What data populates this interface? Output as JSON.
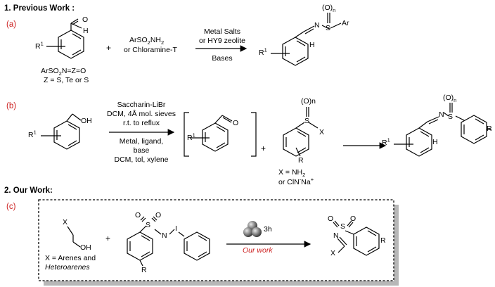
{
  "headings": {
    "previous": "1. Previous Work :",
    "ours": "2. Our Work:"
  },
  "panel_a": {
    "tag": "(a)",
    "r1": "R",
    "r1_sup": "1",
    "aldehyde_H": "H",
    "aldehyde_O": "O",
    "plus": "+",
    "reagent_line1": "ArSO",
    "reagent_line1_sub": "2",
    "reagent_line1_tail": "NH",
    "reagent_line1_sub2": "2",
    "reagent_line2": "or Chloramine-T",
    "cond_top1": "Metal Salts",
    "cond_top2": "or HY9 zeolite",
    "cond_bottom": "Bases",
    "alt_reagent_a": "ArSO",
    "alt_reagent_sub": "2",
    "alt_reagent_b": "N=Z=O",
    "alt_z": "Z = S, Te or S",
    "prod_On": "(O)",
    "prod_n": "n",
    "prod_S": "S",
    "prod_Ar": "Ar",
    "prod_N": "N",
    "prod_H": "H"
  },
  "panel_b": {
    "tag": "(b)",
    "OH": "OH",
    "cond_top1": "Saccharin-LiBr",
    "cond_top2": "DCM, 4Å mol. sieves",
    "cond_top3": "r.t. to reflux",
    "cond_bot1": "Metal, ligand,",
    "cond_bot2": "base",
    "cond_bot3": "DCM, tol, xylene",
    "inter_O": "O",
    "plus": "+",
    "s_On": "(O)n",
    "s_S": "S",
    "s_X": "X",
    "s_R": "R",
    "x_def1a": "X = NH",
    "x_def1_sub": "2",
    "x_def2a": "or ClN",
    "x_def2_sup1": "-",
    "x_def2b": "Na",
    "x_def2_sup2": "+",
    "prod_On": "(O)",
    "prod_n": "n",
    "prod_S": "S",
    "prod_N": "N",
    "prod_H": "H",
    "prod_R": "R"
  },
  "panel_c": {
    "tag": "(c)",
    "X": "X",
    "OH": "OH",
    "x_def1": "X = Arenes and",
    "x_def2": "Heteroarenes",
    "plus": "+",
    "S": "S",
    "O1": "O",
    "O2": "O",
    "N": "N",
    "I": "I",
    "R": "R",
    "time": "3h",
    "label": "Our work",
    "p_S": "S",
    "p_O1": "O",
    "p_O2": "O",
    "p_N": "N",
    "p_X": "X",
    "p_R": "R"
  },
  "colors": {
    "accent_red": "#cc1f1f",
    "shadow": "#b7b7b7",
    "ink": "#000000"
  }
}
